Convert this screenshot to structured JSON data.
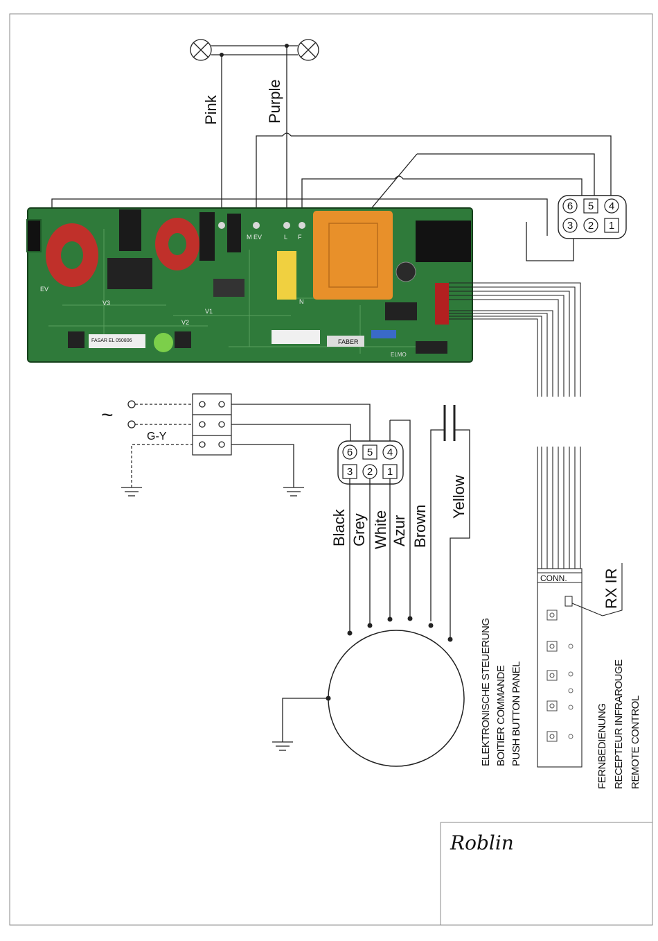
{
  "lamp_wires": {
    "left": "Pink",
    "right": "Purple"
  },
  "board": {
    "terminals": [
      "M",
      "EV",
      "L",
      "F",
      "N"
    ],
    "silk": [
      "EV",
      "V3",
      "V2",
      "V1",
      "FASAR EL 050806",
      "FABER",
      "ELMO"
    ]
  },
  "connector_top": {
    "row_top": [
      "6",
      "5",
      "4"
    ],
    "row_bottom": [
      "3",
      "2",
      "1"
    ]
  },
  "connector_motor": {
    "row_top": [
      "6",
      "5",
      "4"
    ],
    "row_bottom": [
      "3",
      "2",
      "1"
    ]
  },
  "mains": {
    "earth_label": "G-Y",
    "ac_symbol": "~"
  },
  "motor_wires": [
    "Black",
    "Grey",
    "White",
    "Azur",
    "Brown",
    "Yellow"
  ],
  "remote": {
    "conn_label": "CONN.",
    "rx_label": "RX IR",
    "lines": [
      "FERNBEDIENUNG",
      "RECEPTEUR INFRAROUGE",
      "REMOTE CONTROL"
    ]
  },
  "push_panel": {
    "lines": [
      "ELEKTRONISCHE STEUERUNG",
      "BOITIER COMMANDE",
      "PUSH BUTTON PANEL"
    ]
  },
  "brand": "Roblin",
  "colors": {
    "pcb": "#2f7a3a",
    "pcb_dark": "#1f5a28",
    "coil": "#c0302a",
    "transformer": "#e8902a",
    "capacitor": "#f0d040",
    "led": "#7ccf4a"
  }
}
